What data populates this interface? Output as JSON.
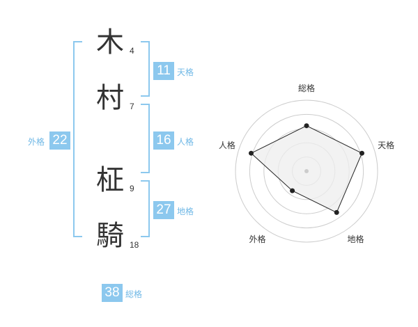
{
  "name": {
    "characters": [
      {
        "char": "木",
        "strokes": "4"
      },
      {
        "char": "村",
        "strokes": "7"
      },
      {
        "char": "柾",
        "strokes": "9"
      },
      {
        "char": "騎",
        "strokes": "18"
      }
    ]
  },
  "fortunes": {
    "tenkaku": {
      "value": "11",
      "label": "天格"
    },
    "jinkaku": {
      "value": "16",
      "label": "人格"
    },
    "chikaku": {
      "value": "27",
      "label": "地格"
    },
    "gaikaku": {
      "value": "22",
      "label": "外格"
    },
    "soukaku": {
      "value": "38",
      "label": "総格"
    }
  },
  "colors": {
    "bracket": "#8cc8ee",
    "badge": "#8cc8ee",
    "badge_text": "#ffffff",
    "label": "#70b8e6",
    "radar_fill": "#eeeeee",
    "radar_grid": "#cccccc",
    "radar_line": "#222222"
  },
  "chart_data": {
    "type": "radar",
    "axes": [
      "総格",
      "天格",
      "地格",
      "外格",
      "人格"
    ],
    "values": [
      3.2,
      4.1,
      3.6,
      1.7,
      4.1
    ],
    "rmax": 5,
    "grid_rings": 5
  }
}
